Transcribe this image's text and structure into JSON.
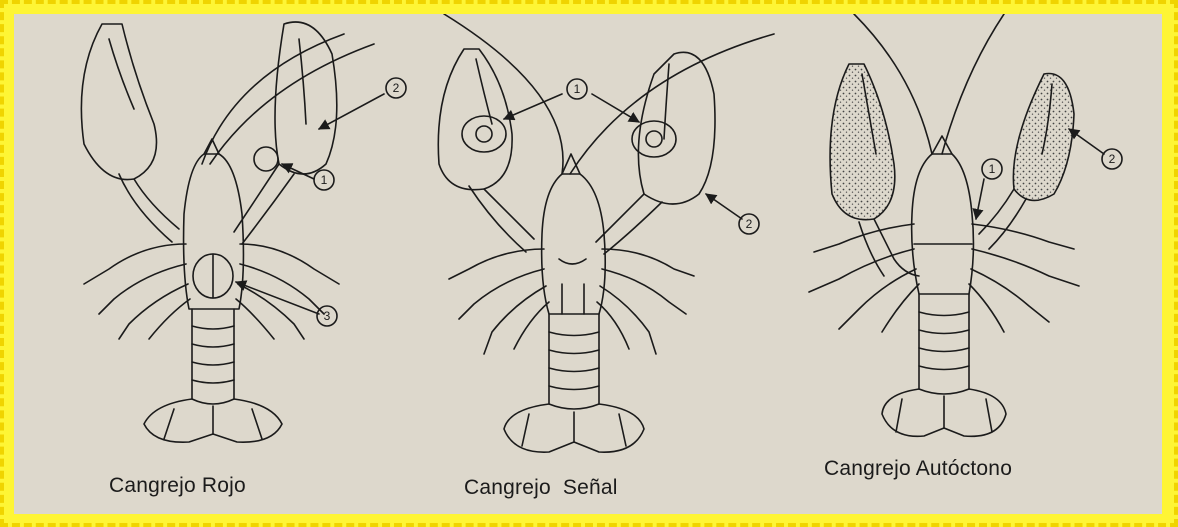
{
  "colors": {
    "border": "#fdf25a",
    "paper": "#ddd8cc",
    "ink": "#1b1b1b"
  },
  "figures": [
    {
      "id": "rojo",
      "caption": "Cangrejo Rojo",
      "markers": [
        "2",
        "1",
        "3"
      ]
    },
    {
      "id": "senal",
      "caption": "Cangrejo  Señal",
      "markers": [
        "1",
        "2"
      ]
    },
    {
      "id": "autoctono",
      "caption": "Cangrejo Autóctono",
      "markers": [
        "1",
        "2"
      ]
    }
  ]
}
